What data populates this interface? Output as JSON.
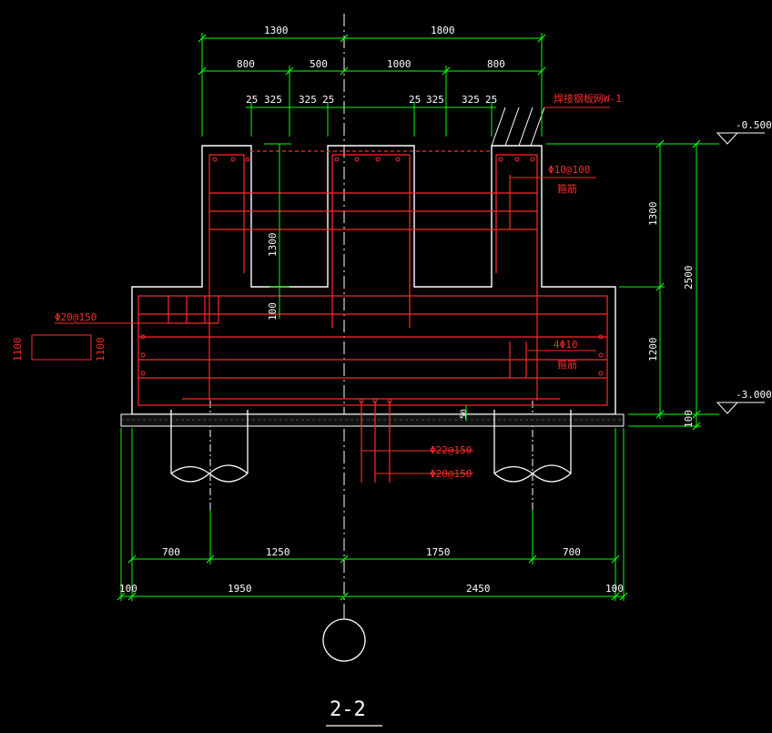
{
  "colors": {
    "background": "#000000",
    "outline": "#ffffff",
    "rebar": "#ff2a2a",
    "dimension": "#00ff00",
    "centerline": "#ffffff"
  },
  "section_title": "2-2",
  "dims_top": {
    "row1": [
      "1300",
      "1800"
    ],
    "row2": [
      "800",
      "500",
      "1000",
      "800"
    ],
    "row3": [
      "25",
      "325",
      "325",
      "25",
      "25",
      "325",
      "325",
      "25"
    ]
  },
  "dims_bottom": {
    "row1": [
      "700",
      "1250",
      "1750",
      "700"
    ],
    "row2": [
      "100",
      "1950",
      "2450",
      "100"
    ]
  },
  "dims_right": {
    "inner": [
      "1300",
      "1200",
      "100"
    ],
    "outer": "2500"
  },
  "dims_internal": {
    "slot_depth": "1300",
    "slot_gap": "100",
    "cover": "50"
  },
  "elevations": {
    "top": "-0.500",
    "bottom": "-3.000"
  },
  "rebar_labels": {
    "embedded_plate": "焊接钢板网W-1",
    "stirrup_top": "Φ10@100",
    "stirrup_top_note": "箍筋",
    "side_left": "Φ20@150",
    "side_left_dims": [
      "1100",
      "1100"
    ],
    "side_right": "4Φ10",
    "side_right_note": "箍筋",
    "bottom_a": "Φ22@150",
    "bottom_b": "Φ20@150"
  }
}
